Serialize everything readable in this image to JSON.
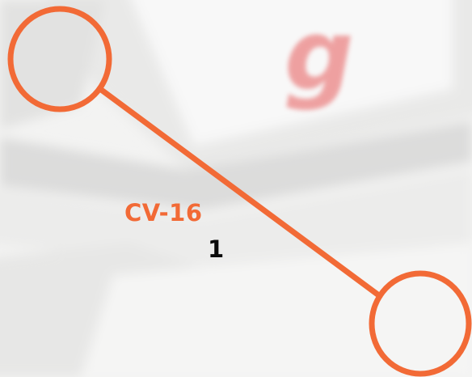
{
  "background": {
    "description_icon": "keyboard-key-background",
    "key_glyph": "g"
  },
  "annotation": {
    "code_label": "CV-16",
    "count_label": "1",
    "accent_color": "#f26a36",
    "count_color": "#0b0b0b",
    "shape": "dumbbell-connector"
  }
}
